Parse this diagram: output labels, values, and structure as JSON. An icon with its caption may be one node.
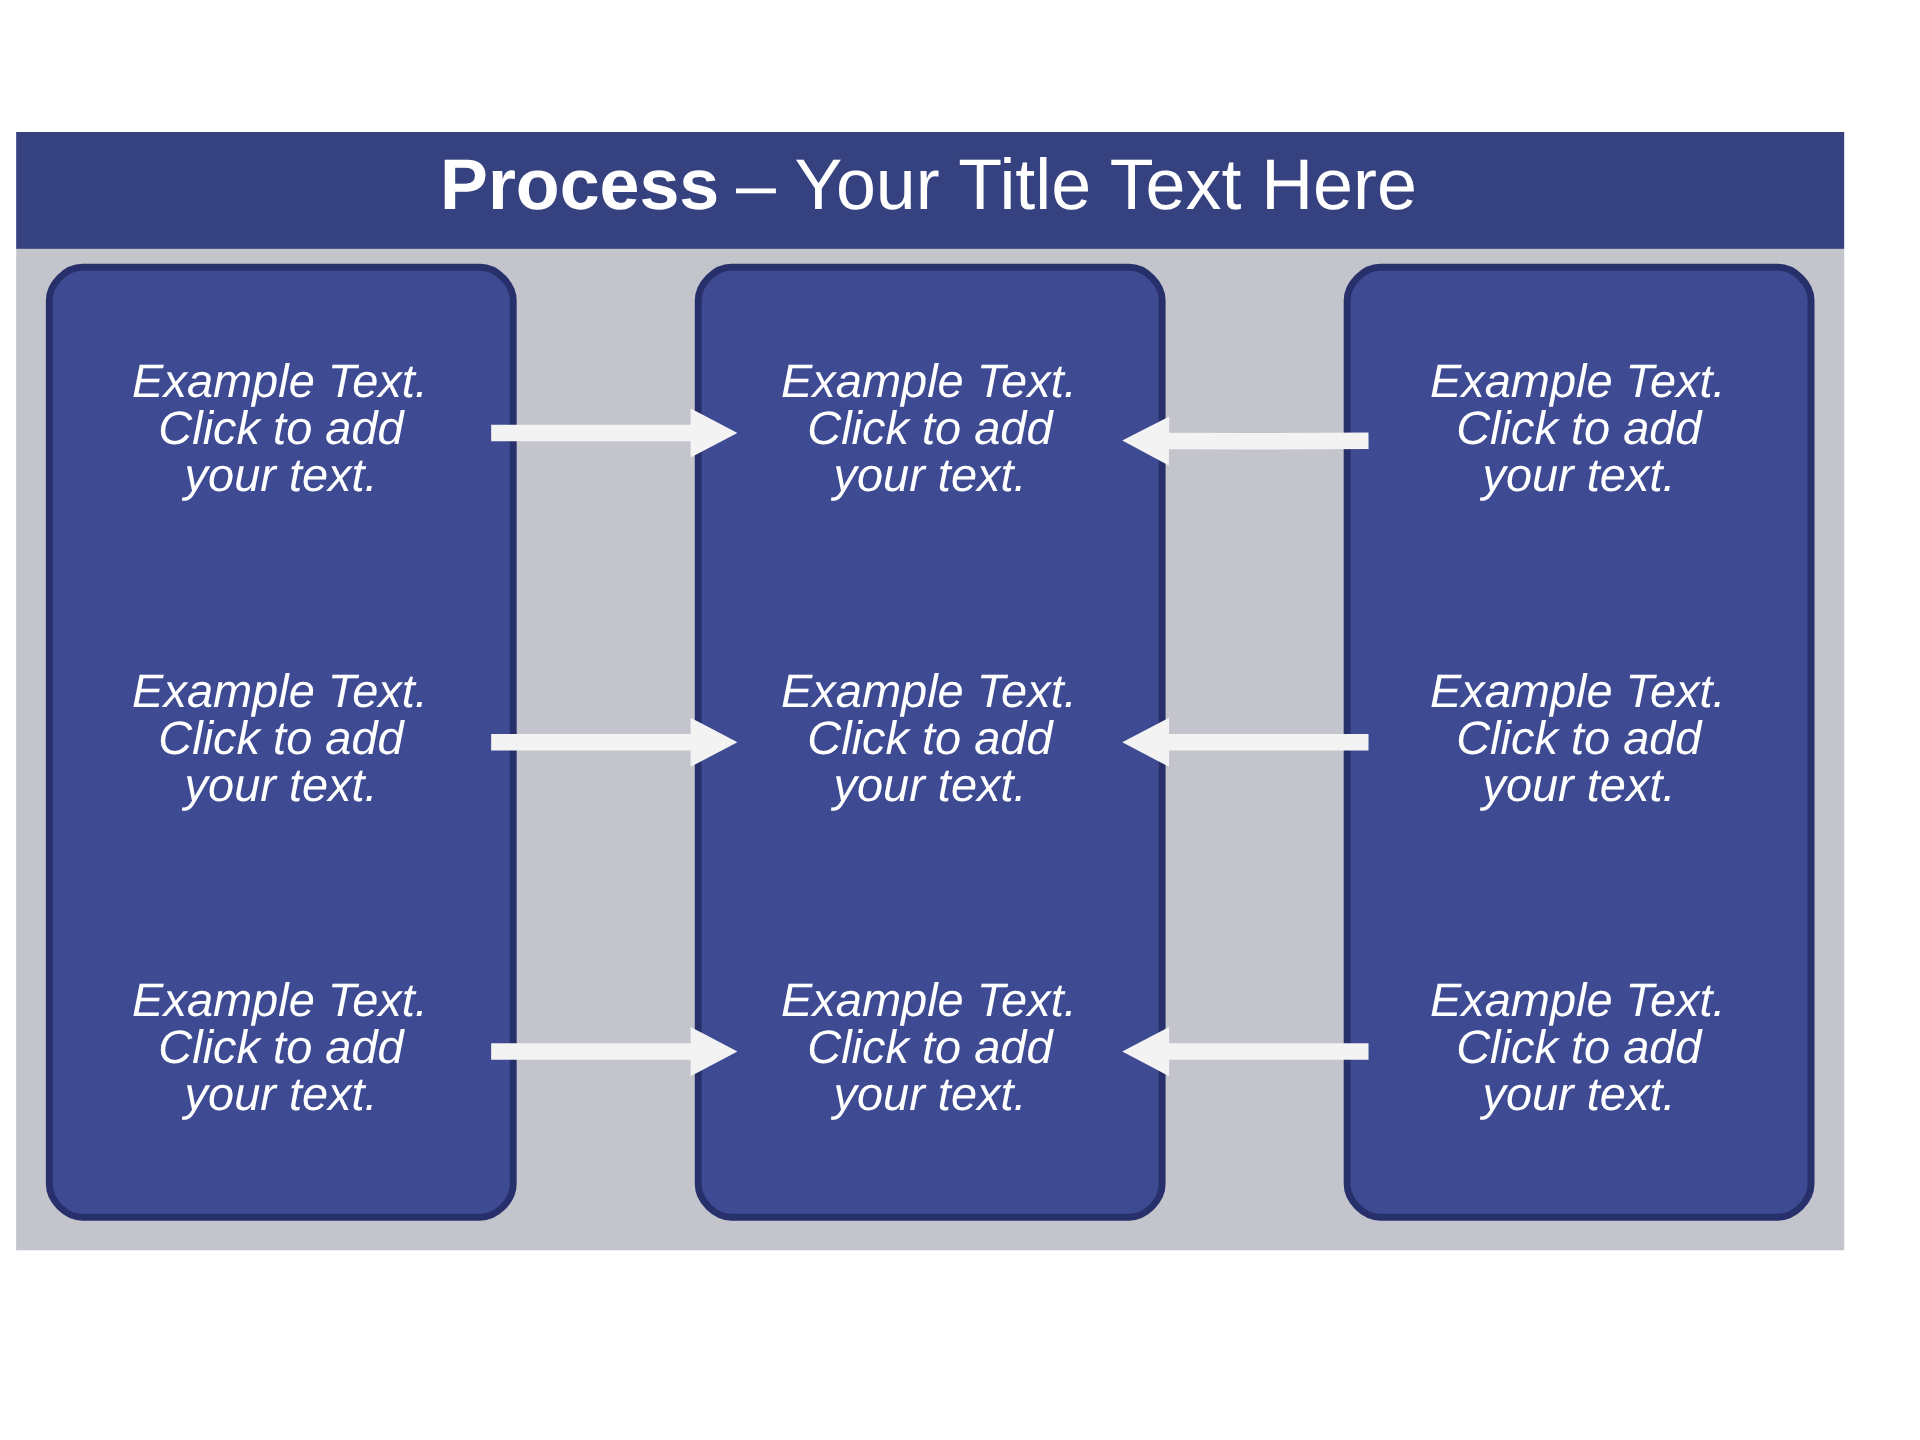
{
  "diagram": {
    "title": "**Process** – Your Title Text Here",
    "nodes": [
      {
        "text": [],
        "shape": "box"
      },
      {
        "text": [],
        "shape": "box"
      },
      {
        "text": [],
        "shape": "box"
      },
      {
        "text": [
          "Example Text. Click to add your text."
        ],
        "in": 0
      },
      {
        "text": [
          "Example Text. Click to add your text."
        ],
        "in": 1
      },
      {
        "text": [
          "Example Text. Click to add your text."
        ],
        "in": 2
      },
      {
        "text": [
          "Example Text. Click to add your text."
        ],
        "in": 0
      },
      {
        "text": [
          "Example Text. Click to add your text."
        ],
        "in": 1
      },
      {
        "text": [
          "Example Text. Click to add your text."
        ],
        "in": 2
      },
      {
        "text": [
          "Example Text. Click to add your text."
        ],
        "in": 0
      },
      {
        "text": [
          "Example Text. Click to add your text."
        ],
        "in": 1
      },
      {
        "text": [
          "Example Text. Click to add your text."
        ],
        "in": 2
      }
    ],
    "edges": [
      {
        "from": 3,
        "to": 4,
        "arrow": "to"
      },
      {
        "from": 5,
        "to": 4,
        "arrow": "to"
      },
      {
        "from": 6,
        "to": 7,
        "arrow": "to"
      },
      {
        "from": 8,
        "to": 7,
        "arrow": "to"
      },
      {
        "from": 9,
        "to": 10,
        "arrow": "to"
      },
      {
        "from": 11,
        "to": 10,
        "arrow": "to"
      }
    ]
  }
}
